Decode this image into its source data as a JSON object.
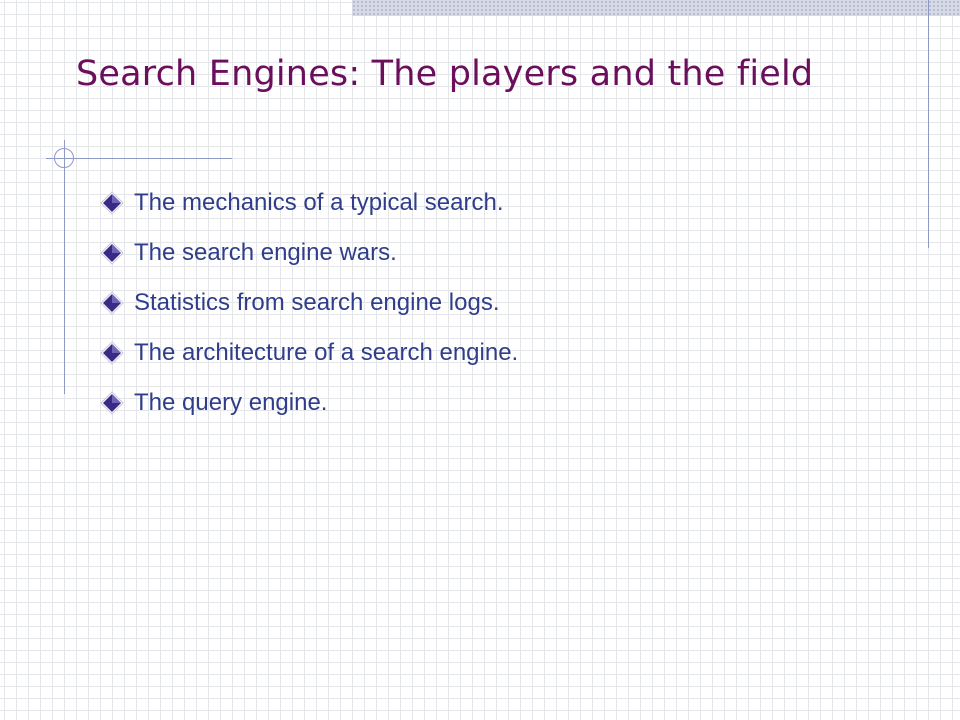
{
  "slide": {
    "title": "Search Engines: The players and the field",
    "bullets": [
      "The mechanics of a typical search.",
      "The search engine wars.",
      "Statistics from search engine logs.",
      "The architecture of a search engine.",
      "The query engine."
    ],
    "bullet_icon": "diamond-bullet-icon",
    "colors": {
      "title": "#6b0f5c",
      "bullet_text": "#2f3d8a",
      "bullet_diamond": "#3a2a86",
      "accent_line": "#8e99c4"
    }
  }
}
